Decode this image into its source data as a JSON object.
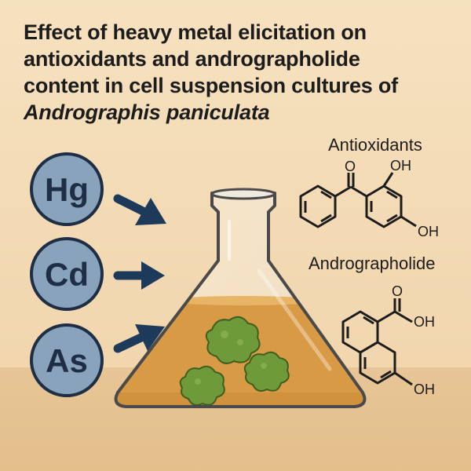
{
  "title": {
    "line1": "Effect of heavy metal elicitation on",
    "line2": "antioxidants and andrographolide",
    "line3": "content in cell suspension cultures of",
    "line4": "Andrographis paniculata"
  },
  "metals": [
    {
      "symbol": "Hg"
    },
    {
      "symbol": "Cd"
    },
    {
      "symbol": "As"
    }
  ],
  "compounds": {
    "antioxidants": {
      "label": "Antioxidants",
      "group1": "O",
      "group2": "OH",
      "group3": "OH"
    },
    "andrographolide": {
      "label": "Andrographolide",
      "group1": "O",
      "group2": "OH",
      "group3": "OH"
    }
  },
  "colors": {
    "background": "#f4ddb8",
    "metal_circle": "#8aa3bd",
    "metal_outline": "#1e2f45",
    "arrow": "#1e3a5a",
    "liquid": "#d99a45",
    "cells": "#6f9a3a"
  }
}
